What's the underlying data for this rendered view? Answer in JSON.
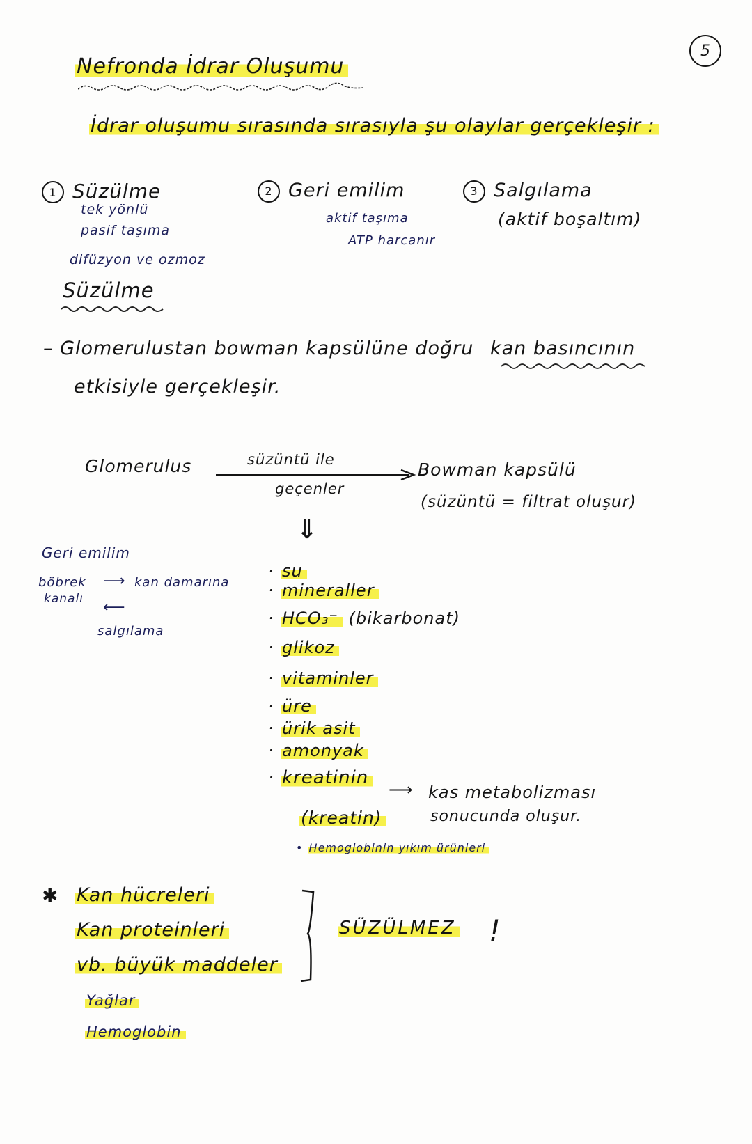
{
  "page": {
    "number": "5",
    "highlight_color": "#f6f04a",
    "ink_color": "#141414",
    "blue_ink_color": "#1c1f5a"
  },
  "title": "Nefronda İdrar Oluşumu",
  "intro": "İdrar oluşumu sırasında sırasıyla şu olaylar gerçekleşir :",
  "steps": [
    {
      "num": "1",
      "label": "Süzülme",
      "notes": [
        "tek yönlü",
        "pasif taşıma",
        "difüzyon ve ozmoz"
      ]
    },
    {
      "num": "2",
      "label": "Geri emilim",
      "notes": [
        "aktif taşıma",
        "ATP harcanır"
      ]
    },
    {
      "num": "3",
      "label": "Salgılama",
      "notes": [
        "(aktif boşaltım)"
      ]
    }
  ],
  "section_heading": "Süzülme",
  "description": {
    "line1_prefix": "– Glomerulustan bowman kapsülüne doğru",
    "line1_underlined": "kan basıncının",
    "line2": "etkisiyle gerçekleşir."
  },
  "diagram": {
    "source": "Glomerulus",
    "arrow_top": "süzüntü ile",
    "arrow_bottom": "geçenler",
    "target": "Bowman kapsülü",
    "target_note": "(süzüntü = filtrat oluşur)",
    "down_arrow": "⇓"
  },
  "side_note": {
    "title": "Geri emilim",
    "from_line1": "böbrek",
    "from_line2": "kanalı",
    "right_arrow": "⟶",
    "to": "kan damarına",
    "left_arrow": "⟵",
    "bottom": "salgılama"
  },
  "filtered_items": [
    {
      "text": "su",
      "highlight": true
    },
    {
      "text": "mineraller",
      "highlight": true
    },
    {
      "text": "HCO₃⁻",
      "suffix": " (bikarbonat)",
      "highlight": true
    },
    {
      "text": "glikoz",
      "highlight": true
    },
    {
      "text": "vitaminler",
      "highlight": true
    },
    {
      "text": "üre",
      "highlight": true
    },
    {
      "text": "ürik asit",
      "highlight": true
    },
    {
      "text": "amonyak",
      "highlight": true
    },
    {
      "text": "kreatinin",
      "highlight": true
    }
  ],
  "kreatin": {
    "paren": "(kreatin)",
    "arrow": "⟶",
    "note_line1": "kas metabolizması",
    "note_line2": "sonucunda oluşur."
  },
  "hemoglobin_note": "Hemoglobinin yıkım ürünleri",
  "not_filtered": {
    "star": "✱",
    "items": [
      "Kan hücreleri",
      "Kan proteinleri",
      "vb. büyük maddeler"
    ],
    "extra_items": [
      "Yağlar",
      "Hemoglobin"
    ],
    "result": "SÜZÜLMEZ",
    "exclaim": "!"
  }
}
